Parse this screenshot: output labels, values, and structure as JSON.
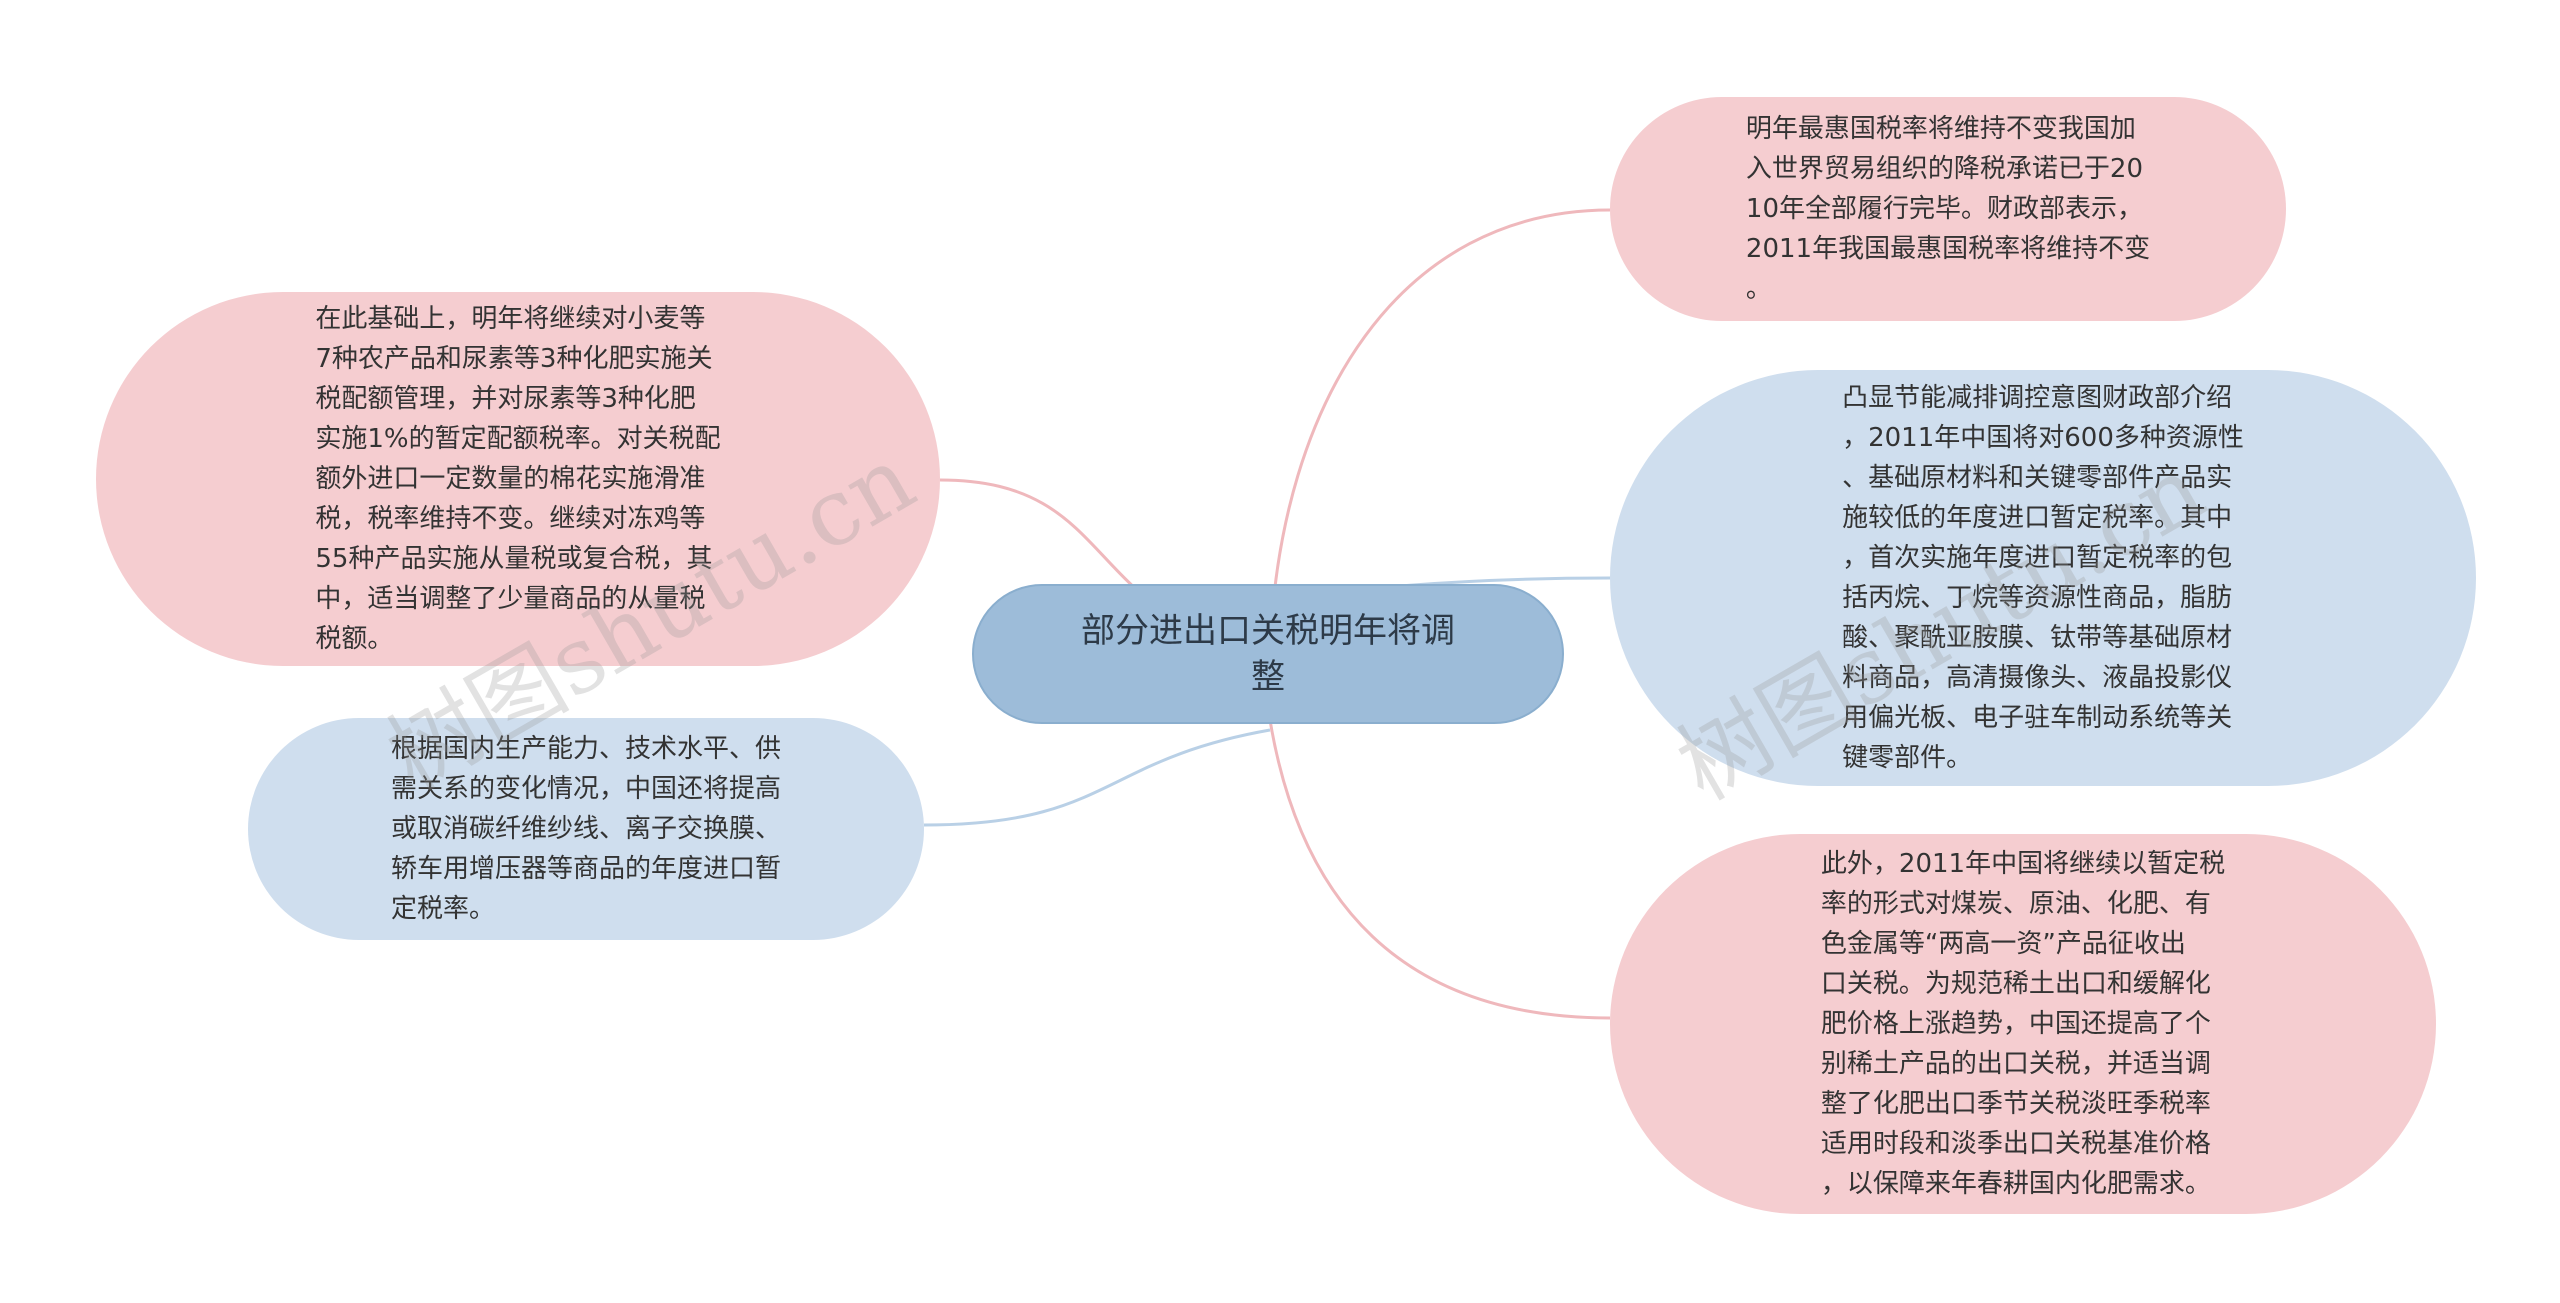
{
  "central": {
    "text": "部分进出口关税明年将调\n整"
  },
  "nodes": {
    "left_top": "在此基础上，明年将继续对小麦等\n7种农产品和尿素等3种化肥实施关\n税配额管理，并对尿素等3种化肥\n实施1%的暂定配额税率。对关税配\n额外进口一定数量的棉花实施滑准\n税，税率维持不变。继续对冻鸡等\n55种产品实施从量税或复合税，其\n中，适当调整了少量商品的从量税\n税额。",
    "left_bottom": "根据国内生产能力、技术水平、供\n需关系的变化情况，中国还将提高\n或取消碳纤维纱线、离子交换膜、\n轿车用增压器等商品的年度进口暂\n定税率。",
    "right_top": "明年最惠国税率将维持不变我国加\n入世界贸易组织的降税承诺已于20\n10年全部履行完毕。财政部表示，\n2011年我国最惠国税率将维持不变\n。",
    "right_middle": "凸显节能减排调控意图财政部介绍\n，2011年中国将对600多种资源性\n、基础原材料和关键零部件产品实\n施较低的年度进口暂定税率。其中\n，首次实施年度进口暂定税率的包\n括丙烷、丁烷等资源性商品，脂肪\n酸、聚酰亚胺膜、钛带等基础原材\n料商品，高清摄像头、液晶投影仪\n用偏光板、电子驻车制动系统等关\n键零部件。",
    "right_bottom": "此外，2011年中国将继续以暂定税\n率的形式对煤炭、原油、化肥、有\n色金属等“两高一资”产品征收出\n口关税。为规范稀土出口和缓解化\n肥价格上涨趋势，中国还提高了个\n别稀土产品的出口关税，并适当调\n整了化肥出口季节关税淡旺季税率\n适用时段和淡季出口关税基准价格\n，以保障来年春耕国内化肥需求。"
  },
  "watermarks": {
    "left": "树图shutu.cn",
    "right": "树图shutu.cn"
  },
  "colors": {
    "pink_fill": "#f5cdd0",
    "blue_fill": "#cfdeee",
    "center_fill": "#9dbcd9",
    "pink_line": "#efb8bc",
    "blue_line": "#b9d0e6"
  }
}
